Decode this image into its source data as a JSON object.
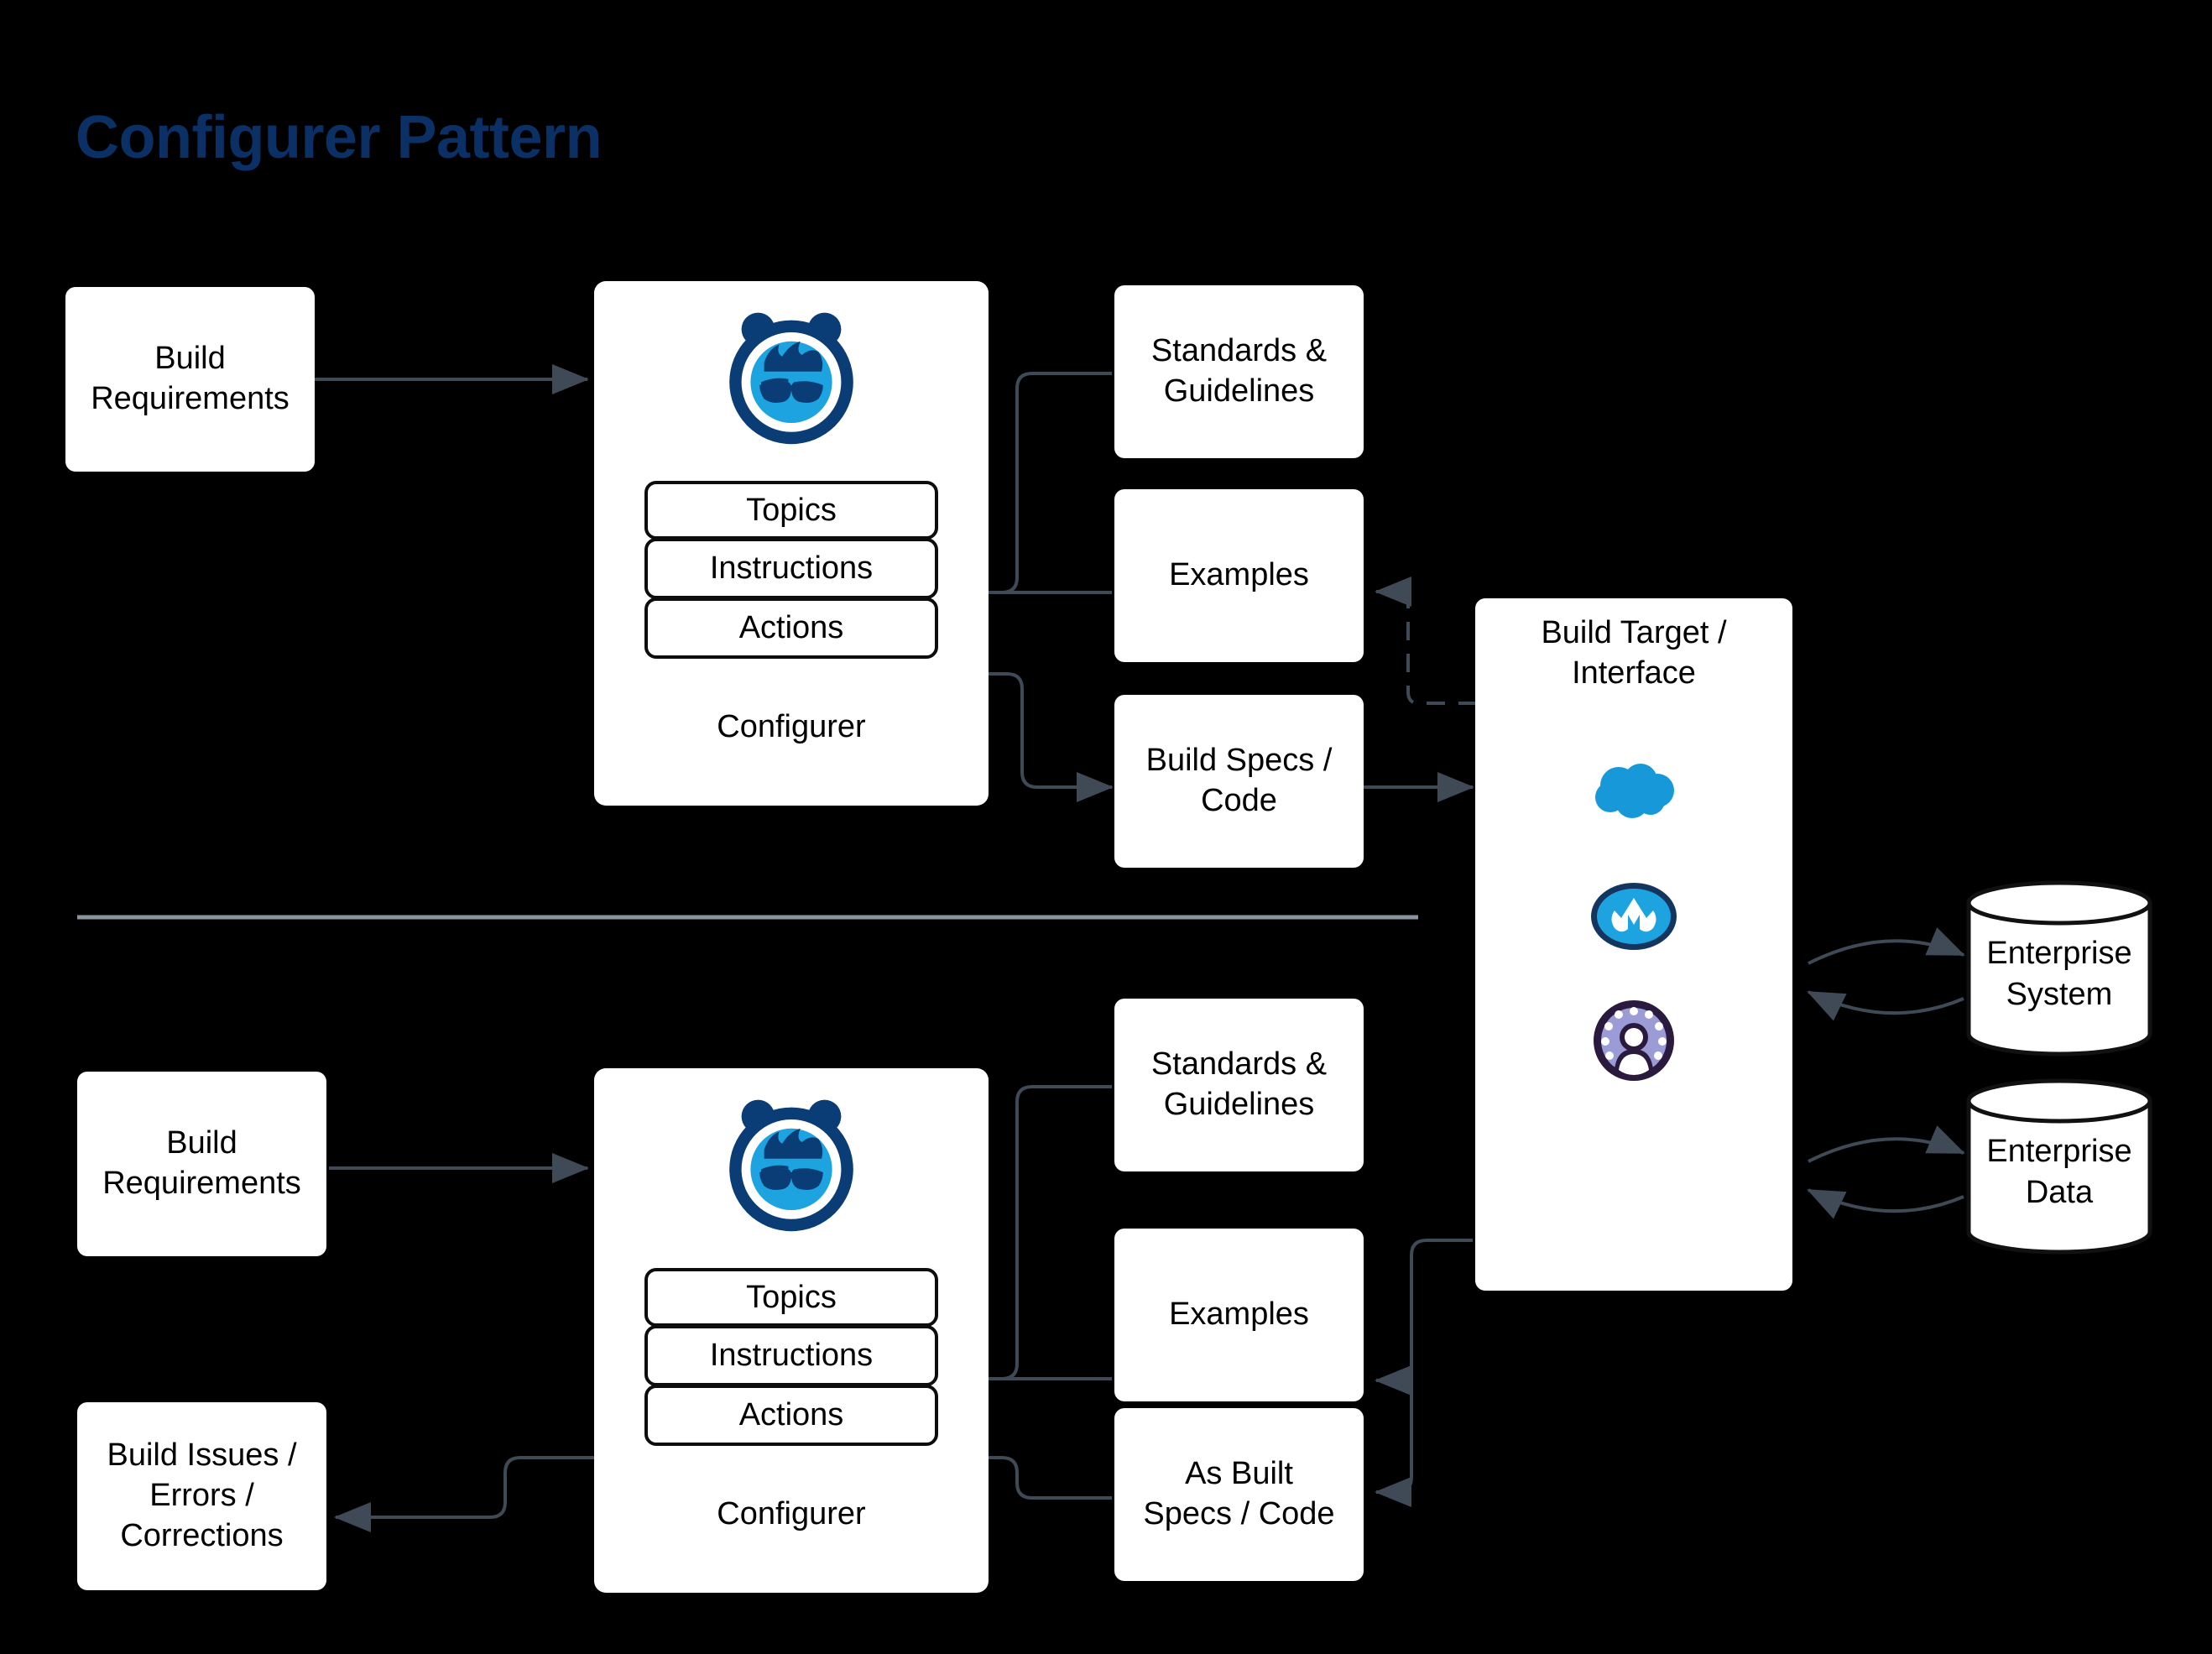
{
  "title": "Configurer Pattern",
  "colors": {
    "title": "#0A3066",
    "wire": "#3f4a56",
    "card_bg": "#ffffff",
    "agent_navy": "#0A3D75",
    "agent_blue": "#1CA3E0",
    "salesforce_cloud": "#1798D8",
    "mulesoft_blue": "#1CA3E0",
    "mulesoft_navy": "#14365E",
    "identity_purple_dark": "#2A1A3E",
    "identity_purple_light": "#9B9BD6",
    "divider": "#8b949e"
  },
  "top_flow": {
    "input": {
      "lines": [
        "Build",
        "Requirements"
      ]
    },
    "configurer": {
      "label": "Configurer",
      "agent_icon": "agent-robot-icon",
      "slots": [
        "Topics",
        "Instructions",
        "Actions"
      ]
    },
    "artifacts": [
      {
        "lines": [
          "Standards &",
          "Guidelines"
        ]
      },
      {
        "lines": [
          "Examples"
        ]
      },
      {
        "lines": [
          "Build Specs /",
          "Code"
        ]
      }
    ]
  },
  "bottom_flow": {
    "input": {
      "lines": [
        "Build",
        "Requirements"
      ]
    },
    "output": {
      "lines": [
        "Build Issues /",
        "Errors /",
        "Corrections"
      ]
    },
    "configurer": {
      "label": "Configurer",
      "agent_icon": "agent-robot-icon",
      "slots": [
        "Topics",
        "Instructions",
        "Actions"
      ]
    },
    "artifacts": [
      {
        "lines": [
          "Standards &",
          "Guidelines"
        ]
      },
      {
        "lines": [
          "Examples"
        ]
      },
      {
        "lines": [
          "As Built",
          "Specs / Code"
        ]
      }
    ]
  },
  "build_target": {
    "lines": [
      "Build Target /",
      "Interface"
    ],
    "icons": [
      "salesforce-cloud-icon",
      "mulesoft-logo-icon",
      "identity-user-icon"
    ]
  },
  "systems": [
    {
      "lines": [
        "Enterprise",
        "System"
      ],
      "shape": "cylinder"
    },
    {
      "lines": [
        "Enterprise",
        "Data"
      ],
      "shape": "cylinder"
    }
  ]
}
